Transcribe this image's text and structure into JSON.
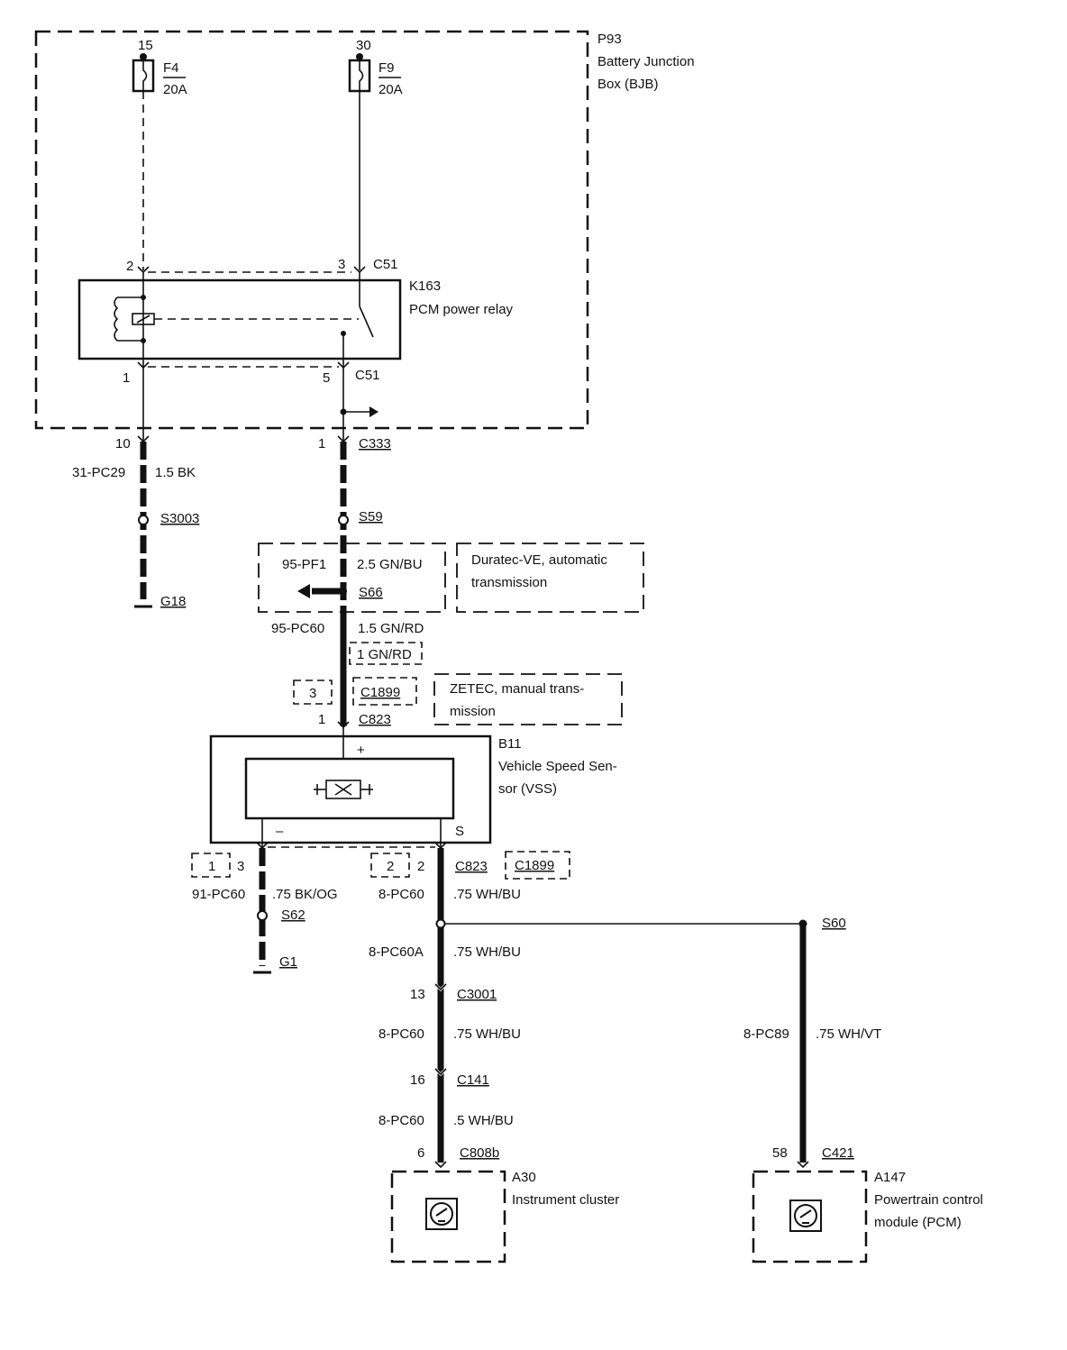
{
  "bjb": {
    "ref": "P93",
    "line1": "Battery Junction",
    "line2": "Box (BJB)"
  },
  "fuse_f4": {
    "pin": "15",
    "name": "F4",
    "rating": "20A"
  },
  "fuse_f9": {
    "pin": "30",
    "name": "F9",
    "rating": "20A"
  },
  "relay": {
    "ref": "K163",
    "name": "PCM power relay",
    "pin2": "2",
    "pin3": "3",
    "pin1": "1",
    "pin5": "5",
    "conn_top": "C51",
    "conn_bottom": "C51"
  },
  "left_branch": {
    "pin": "10",
    "circuit": "31-PC29",
    "wire": "1.5 BK",
    "splice": "S3003",
    "ground": "G18"
  },
  "center_branch": {
    "pin": "1",
    "connector": "C333",
    "splice1": "S59",
    "pf_circuit": "95-PF1",
    "pf_wire": "2.5 GN/BU",
    "splice2": "S66",
    "note1_line1": "Duratec-VE, automatic",
    "note1_line2": "transmission",
    "circuit": "95-PC60",
    "wire": "1.5 GN/RD",
    "alt_wire": "1 GN/RD",
    "alt_pin": "3",
    "alt_conn": "C1899",
    "note2_line1": "ZETEC, manual trans-",
    "note2_line2": "mission",
    "connector2": "C823"
  },
  "vss": {
    "ref": "B11",
    "line1": "Vehicle Speed Sen-",
    "line2": "sor (VSS)",
    "plus": "+",
    "minus": "–",
    "s": "S"
  },
  "vss_ground": {
    "alt_pin": "1",
    "pin": "3",
    "circuit": "91-PC60",
    "wire": ".75 BK/OG",
    "splice": "S62",
    "ground": "G1"
  },
  "vss_signal": {
    "alt_pin": "2",
    "pin": "2",
    "connector": "C823",
    "alt_conn": "C1899",
    "circuit": "8-PC60",
    "wire": ".75 WH/BU",
    "splice": "S60",
    "c2_circuit": "8-PC60A",
    "c2_wire": ".75 WH/BU",
    "c3001_pin": "13",
    "c3001": "C3001",
    "c3_circuit": "8-PC60",
    "c3_wire": ".75 WH/BU",
    "c141_pin": "16",
    "c141": "C141",
    "c4_circuit": "8-PC60",
    "c4_wire": ".5 WH/BU",
    "c808_pin": "6",
    "c808": "C808b"
  },
  "pcm_branch": {
    "circuit": "8-PC89",
    "wire": ".75 WH/VT",
    "pin": "58",
    "connector": "C421"
  },
  "cluster": {
    "ref": "A30",
    "name": "Instrument cluster"
  },
  "pcm": {
    "ref": "A147",
    "line1": "Powertrain control",
    "line2": "module (PCM)"
  }
}
